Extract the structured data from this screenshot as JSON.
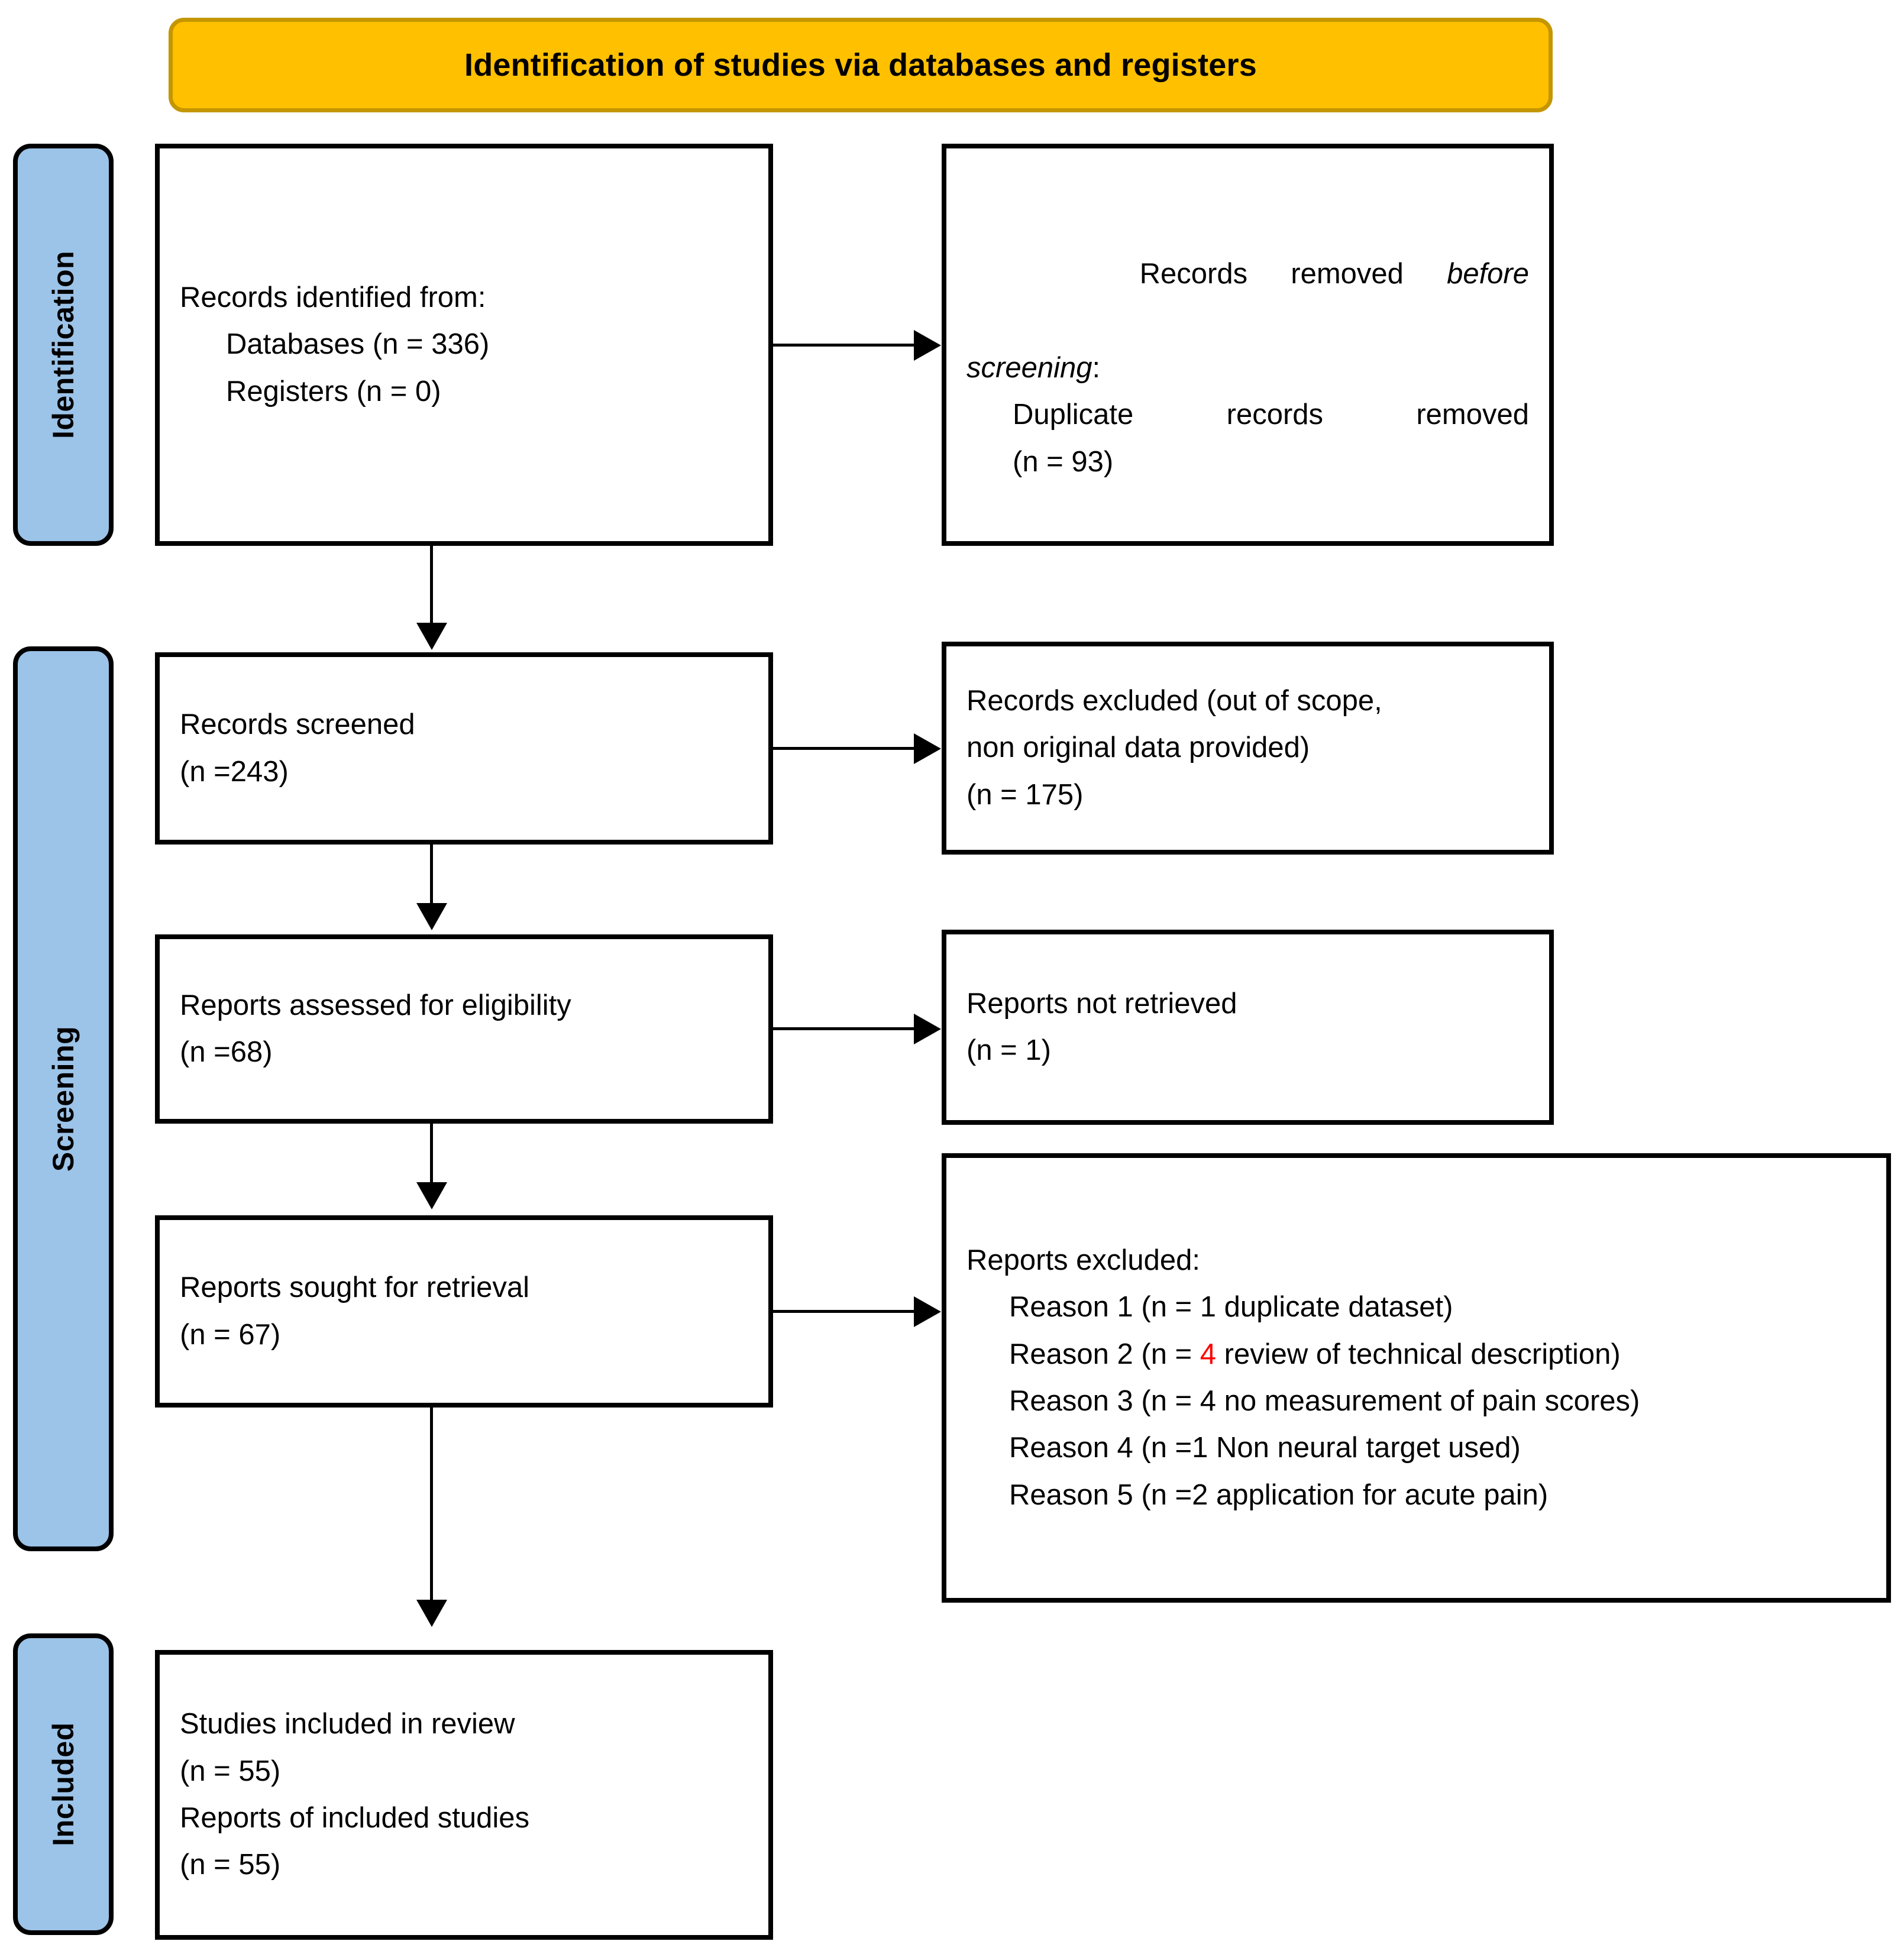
{
  "banner": {
    "title": "Identification of studies via databases and registers"
  },
  "phases": [
    {
      "key": "identification",
      "label": "Identification"
    },
    {
      "key": "screening",
      "label": "Screening"
    },
    {
      "key": "included",
      "label": "Included"
    }
  ],
  "boxes": {
    "records_identified": {
      "title": "Records identified from:",
      "item_databases": "Databases (n = 336)",
      "item_registers": "Registers (n = 0)"
    },
    "records_removed": {
      "title_prefix": "Records  removed  ",
      "title_italic": "before",
      "title_italic2": "screening",
      "title_suffix": ":",
      "item_duplicates": "Duplicate  records  removed",
      "item_count": "(n = 93)"
    },
    "records_screened": {
      "title": "Records screened",
      "count": "(n =243)"
    },
    "records_excluded": {
      "line1": "Records excluded (out of scope,",
      "line2": "non original data provided)",
      "count": "(n = 175)"
    },
    "reports_assessed": {
      "title": "Reports assessed for eligibility",
      "count": "(n =68)"
    },
    "reports_not_retrieved": {
      "title": "Reports not retrieved",
      "count": "(n = 1)"
    },
    "reports_sought": {
      "title": "Reports sought for retrieval",
      "count": "(n = 67)"
    },
    "reports_excluded": {
      "title": "Reports excluded:",
      "reason1": "Reason 1 (n = 1 duplicate dataset)",
      "reason2_pre": "Reason 2 (n = ",
      "reason2_num": "4",
      "reason2_post": " review of technical description)",
      "reason3": "Reason 3 (n = 4 no measurement of pain scores)",
      "reason4": "Reason 4 (n =1 Non neural target used)",
      "reason5": "Reason 5 (n =2 application for acute pain)"
    },
    "studies_included": {
      "line1": "Studies included in review",
      "count1": "(n = 55)",
      "line2": "Reports of included studies",
      "count2": "(n = 55)"
    }
  },
  "colors": {
    "banner_fill": "#FFC000",
    "banner_border": "#C49600",
    "phase_fill": "#9CC3E8",
    "stroke": "#000000",
    "highlight": "#FF0000"
  }
}
